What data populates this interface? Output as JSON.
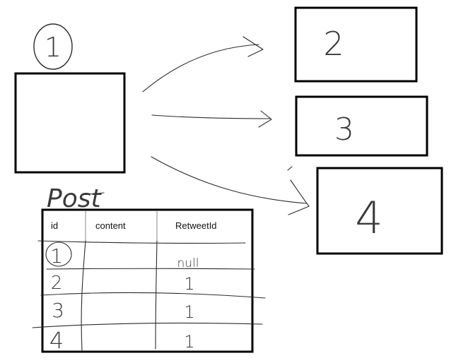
{
  "nodes": {
    "source": {
      "label": "1"
    },
    "targets": [
      {
        "label": "2"
      },
      {
        "label": "3"
      },
      {
        "label": "4"
      }
    ]
  },
  "table": {
    "title": "Post",
    "columns": [
      "id",
      "content",
      "RetweetId"
    ],
    "rows": [
      {
        "id": "1",
        "content": "",
        "retweet": "null"
      },
      {
        "id": "2",
        "content": "",
        "retweet": "1"
      },
      {
        "id": "3",
        "content": "",
        "retweet": "1"
      },
      {
        "id": "4",
        "content": "",
        "retweet": "1"
      }
    ]
  },
  "colors": {
    "stroke": "#000000",
    "sketch": "#2b2b2b"
  }
}
